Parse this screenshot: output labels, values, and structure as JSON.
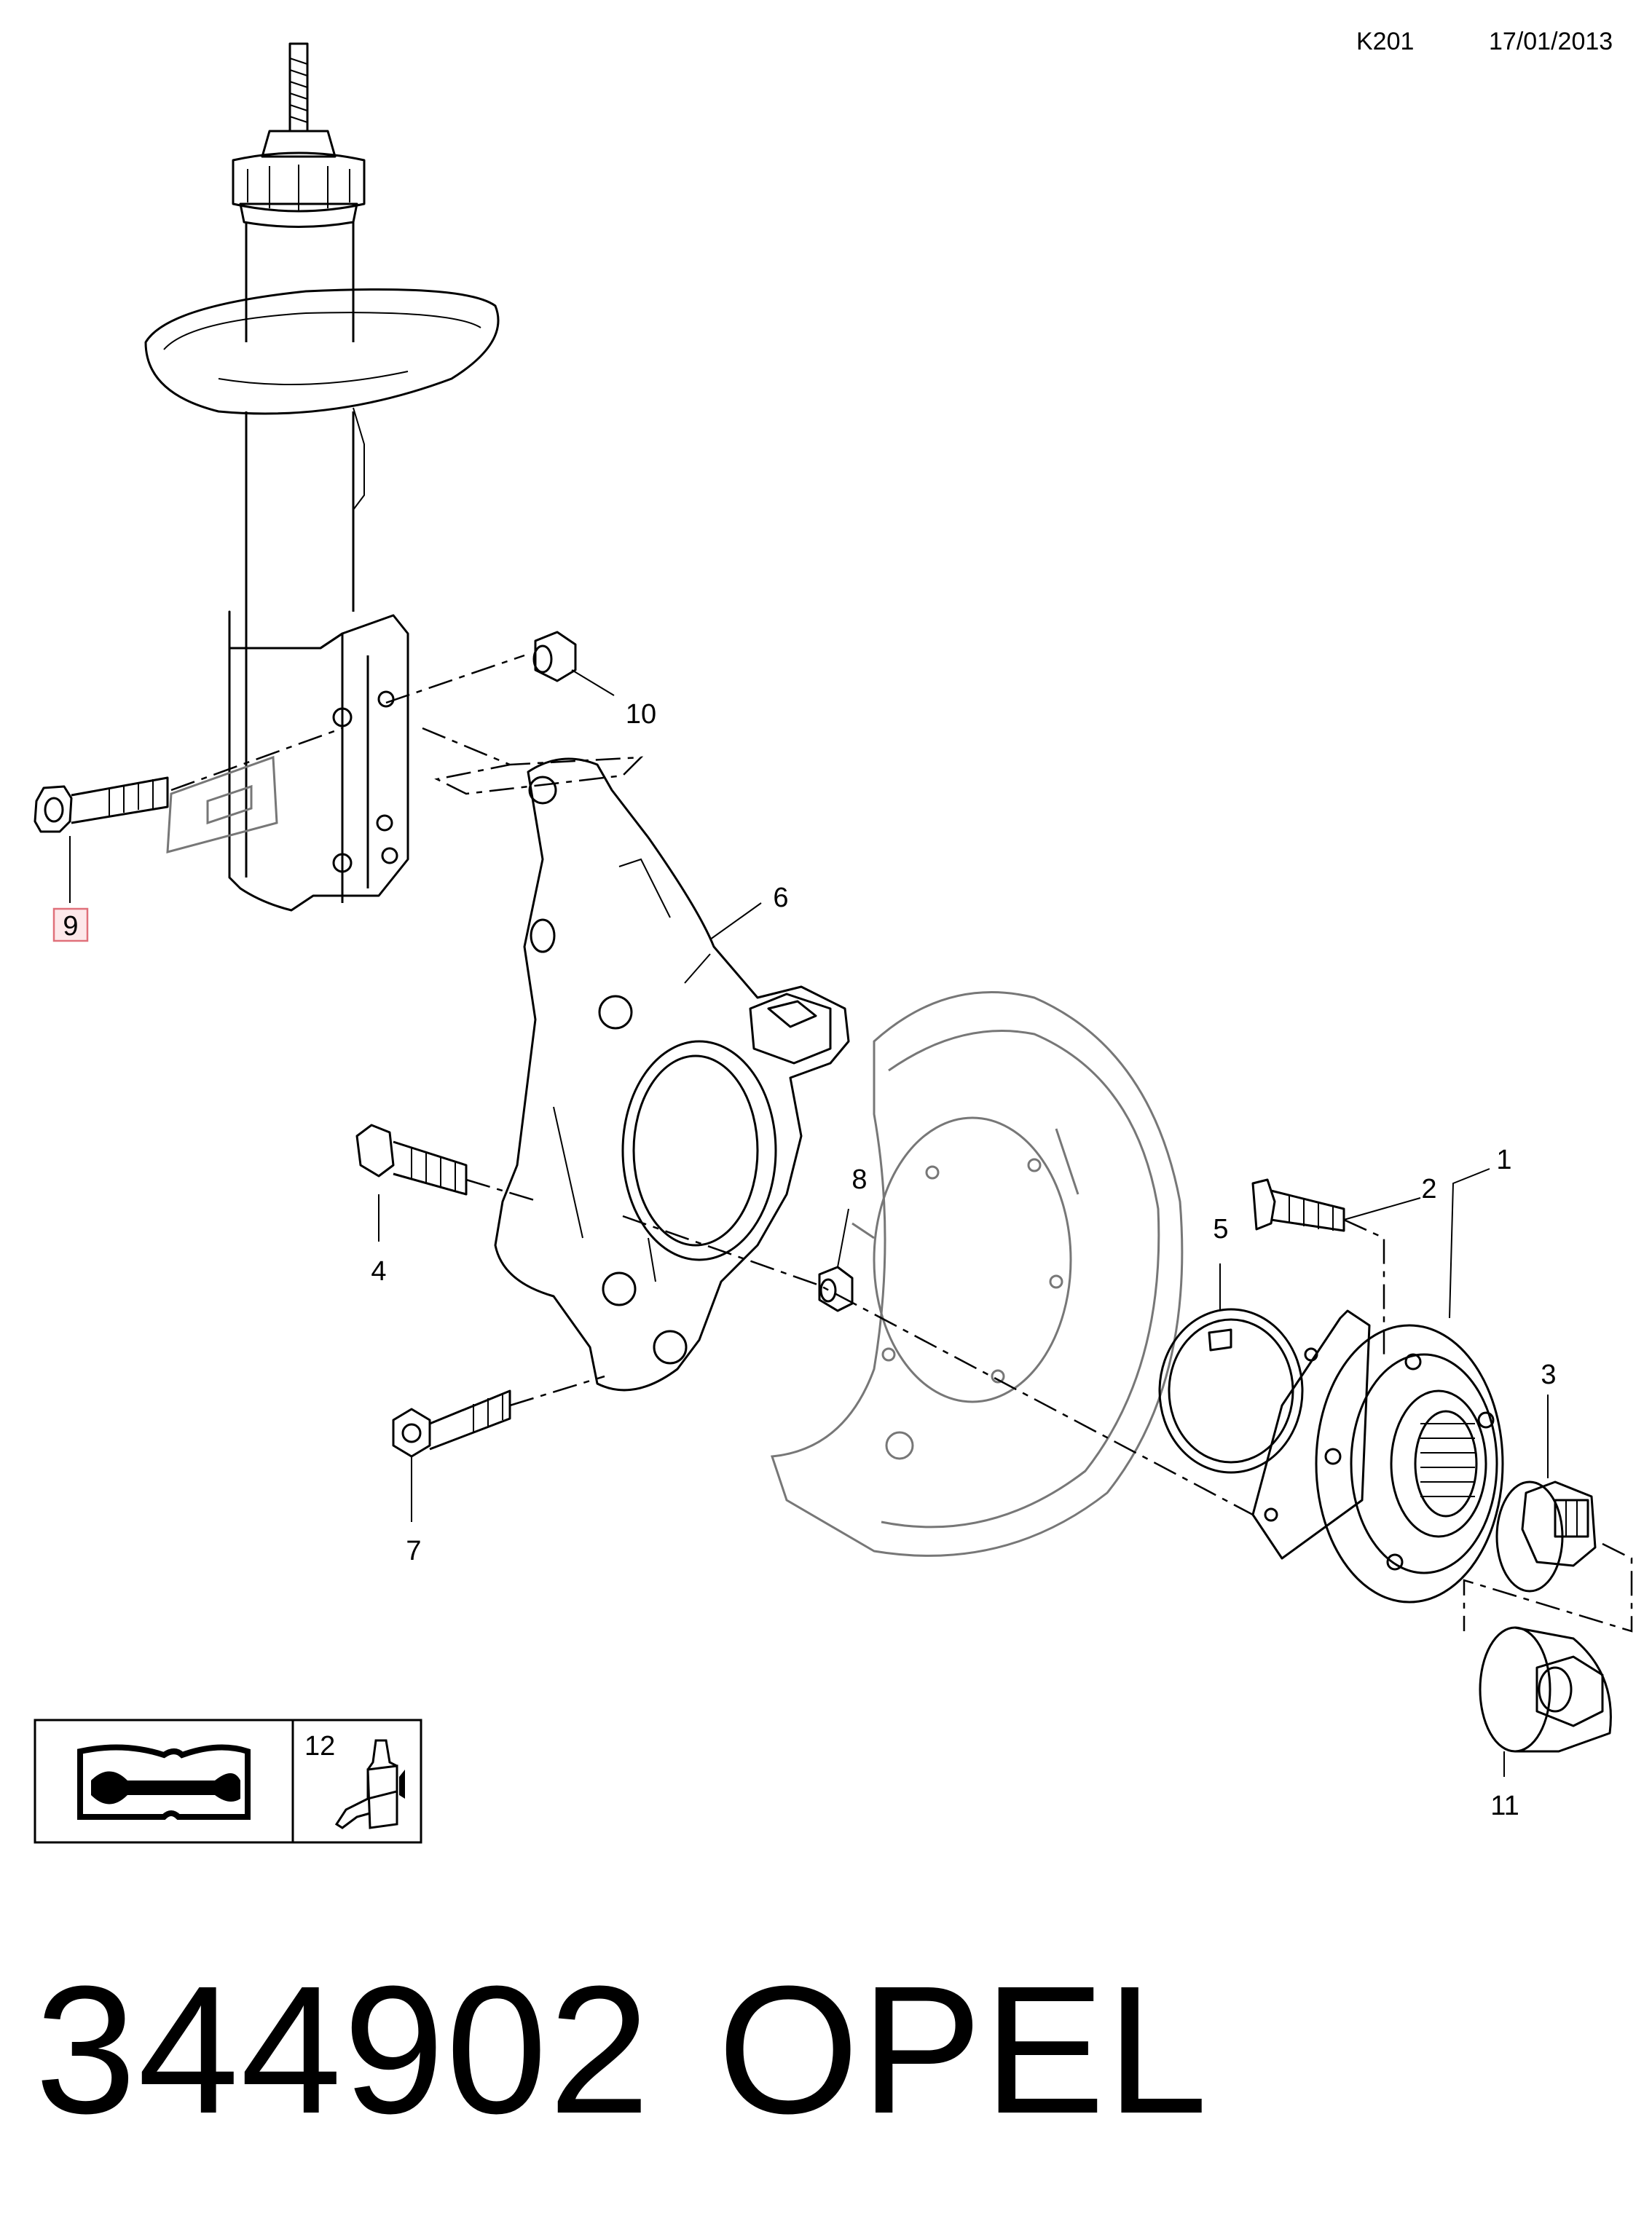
{
  "header": {
    "code": "K201",
    "date": "17/01/2013"
  },
  "callouts": [
    {
      "id": "1",
      "label": "1"
    },
    {
      "id": "2",
      "label": "2"
    },
    {
      "id": "3",
      "label": "3"
    },
    {
      "id": "4",
      "label": "4"
    },
    {
      "id": "5",
      "label": "5"
    },
    {
      "id": "6",
      "label": "6"
    },
    {
      "id": "7",
      "label": "7"
    },
    {
      "id": "8",
      "label": "8"
    },
    {
      "id": "9",
      "label": "9",
      "highlighted": true
    },
    {
      "id": "10",
      "label": "10"
    },
    {
      "id": "11",
      "label": "11"
    },
    {
      "id": "12",
      "label": "12"
    }
  ],
  "legend": {
    "manual_icon": "repair-manual-icon",
    "adhesive_icon": "adhesive-bottle-icon"
  },
  "footer": {
    "part_number": "344902",
    "brand": "OPEL"
  },
  "colors": {
    "highlight_border": "#e0707a",
    "highlight_fill": "#fde8ea",
    "ghost_part": "#777777"
  }
}
